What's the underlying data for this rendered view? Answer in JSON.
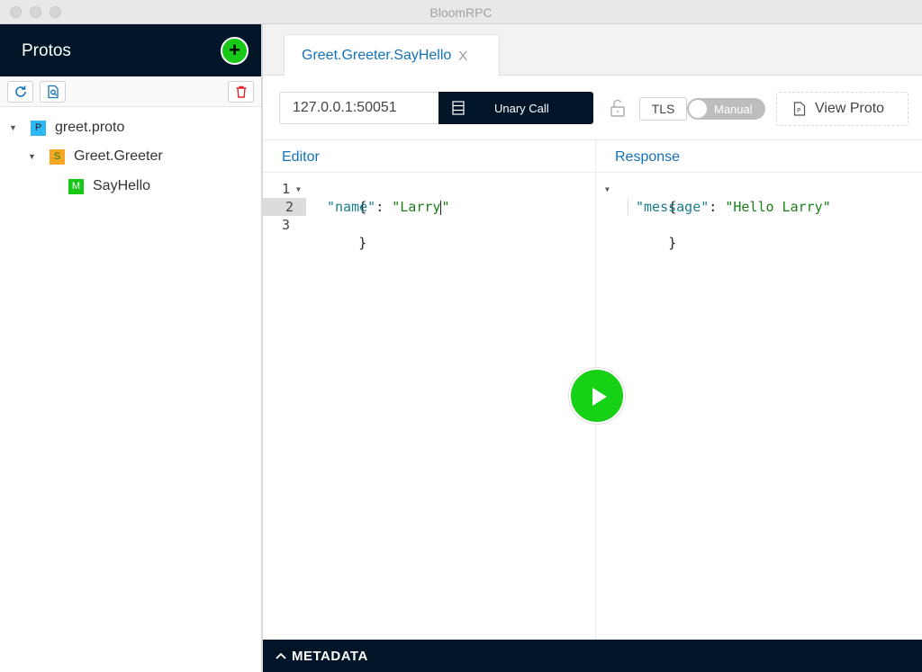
{
  "window": {
    "title": "BloomRPC"
  },
  "sidebar": {
    "title": "Protos",
    "add_label": "+",
    "tree": [
      {
        "badge": "P",
        "label": "greet.proto"
      },
      {
        "badge": "S",
        "label": "Greet.Greeter"
      },
      {
        "badge": "M",
        "label": "SayHello"
      }
    ]
  },
  "tabs": [
    {
      "label": "Greet.Greeter.SayHello",
      "close": "X"
    }
  ],
  "controls": {
    "address": "127.0.0.1:50051",
    "call_type": "Unary Call",
    "tls_label": "TLS",
    "toggle_label": "Manual",
    "view_proto_label": "View Proto"
  },
  "editor": {
    "title": "Editor",
    "line_numbers": [
      "1",
      "2",
      "3"
    ],
    "open_brace": "{",
    "key": "\"name\"",
    "colon": ": ",
    "value": "\"Larry",
    "value_end": "\"",
    "close_brace": "}"
  },
  "response": {
    "title": "Response",
    "open_brace": "{",
    "key": "\"message\"",
    "colon": ": ",
    "value": "\"Hello Larry\"",
    "close_brace": "}"
  },
  "metadata": {
    "label": "METADATA"
  },
  "colors": {
    "navy": "#011528",
    "green": "#17c916",
    "accent_blue": "#1473b8"
  }
}
